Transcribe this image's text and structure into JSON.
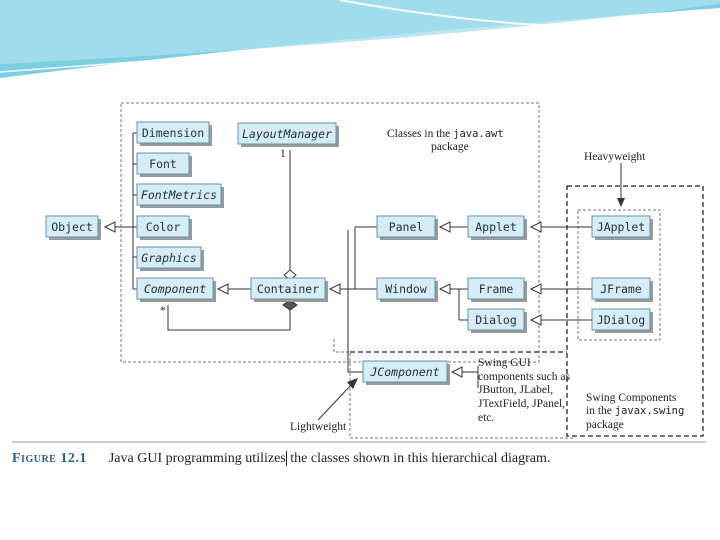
{
  "colors": {
    "class_fill": "#d6ecf6",
    "class_border": "#5f93ad",
    "caption_label": "#2c5f88",
    "banner": "#7ccfe3"
  },
  "classes": {
    "dimension": "Dimension",
    "layout_manager": "LayoutManager",
    "font": "Font",
    "font_metrics": "FontMetrics",
    "object": "Object",
    "color": "Color",
    "graphics": "Graphics",
    "component": "Component",
    "container": "Container",
    "panel": "Panel",
    "applet": "Applet",
    "window": "Window",
    "frame": "Frame",
    "dialog": "Dialog",
    "japplet": "JApplet",
    "jframe": "JFrame",
    "jdialog": "JDialog",
    "jcomponent": "JComponent"
  },
  "multiplicity": {
    "one": "1",
    "many": "*"
  },
  "notes": {
    "awt_line1_a": "Classes in the ",
    "awt_line1_b": "java.awt",
    "awt_line2": "package",
    "heavyweight": "Heavyweight",
    "lightweight": "Lightweight",
    "swing_gui": [
      "Swing GUI",
      "components such as",
      "JButton, JLabel,",
      "JTextField, JPanel,",
      "etc."
    ],
    "swing_pkg_line1": "Swing Components",
    "swing_pkg_line2_a": "in the ",
    "swing_pkg_line2_b": "javax.swing",
    "swing_pkg_line3": "package"
  },
  "caption": {
    "label": "Figure 12.1",
    "text_a": "Java GUI programming utilizes",
    "text_b": " the classes shown in this hierarchical diagram."
  }
}
